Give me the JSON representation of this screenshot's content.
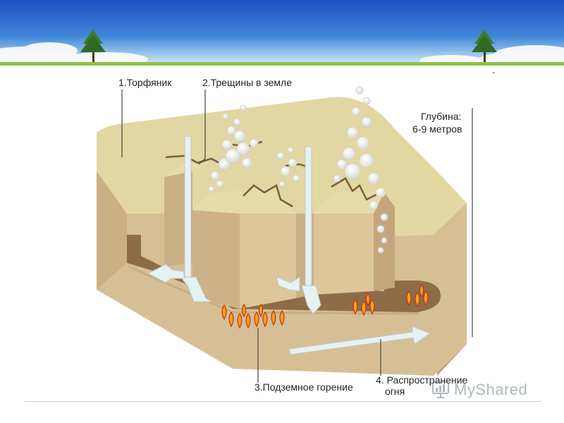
{
  "labels": {
    "peat": "1.Торфяник",
    "cracks": "2.Трещины в земле",
    "depth_title": "Глубина:",
    "depth_value": "6-9 метров",
    "underground_burning": "3.Подземное горение",
    "spread_line1": "4. Распространение",
    "spread_line2": "огня"
  },
  "watermark": {
    "text": "MyShared",
    "icon": "myshared-logo-icon"
  },
  "header_mark": "-",
  "colors": {
    "sky_top": "#1f55c9",
    "sky_bottom": "#d6ecf7",
    "ground_top": "#e3d8a6",
    "ground_front": "#d9c49a",
    "ground_side": "#c2a77a",
    "tunnel": "#8c6b48",
    "fire": "#f0a31c",
    "arrow": "#e7f2f2"
  }
}
